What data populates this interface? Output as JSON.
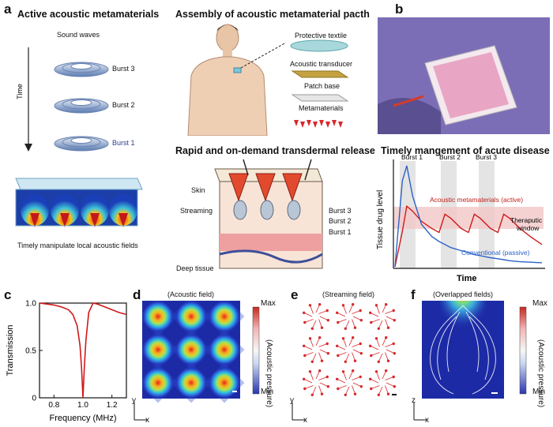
{
  "figure": {
    "panel_letters": {
      "a": "a",
      "b": "b",
      "c": "c",
      "d": "d",
      "e": "e",
      "f": "f"
    },
    "panel_a": {
      "left": {
        "title": "Active acoustic metamaterials",
        "sound_waves": "Sound waves",
        "time_label": "Time",
        "bursts": [
          "Burst 3",
          "Burst 2",
          "Burst 1"
        ],
        "caption": "Timely manipulate local acoustic fields"
      },
      "assembly": {
        "title": "Assembly of acoustic metamaterial pacth",
        "layers": [
          "Protective textile",
          "Acoustic transducer",
          "Patch base",
          "Metamaterials"
        ]
      },
      "transdermal": {
        "title": "Rapid and on-demand transdermal release",
        "left_labels": [
          "Skin",
          "Streaming",
          "Deep tissue"
        ],
        "right_labels": [
          "Burst 3",
          "Burst 2",
          "Burst 1"
        ]
      },
      "management": {
        "title": "Timely mangement of acute disease",
        "burst_labels": [
          "Burst 1",
          "Burst 2",
          "Burst 3"
        ],
        "ylabel": "Tissue drug level",
        "xlabel": "Time",
        "active_label": "Acoustic metamaterials (active)",
        "window_label_1": "Theraputic",
        "window_label_2": "window",
        "passive_label": "Conventional (passive)"
      }
    },
    "panel_c": {
      "ylabel": "Transmission",
      "xlabel": "Frequency (MHz)",
      "xticks": [
        "0.8",
        "1.0",
        "1.2"
      ],
      "yticks": [
        "0",
        "0.5",
        "1.0"
      ]
    },
    "panel_d": {
      "subtitle": "(Acoustic field)",
      "cbar_max": "Max",
      "cbar_min": "Min",
      "cbar_label": "(Acoustic pressure)",
      "axis_y": "y",
      "axis_x": "x"
    },
    "panel_e": {
      "subtitle": "(Streaming field)",
      "axis_y": "y",
      "axis_x": "x"
    },
    "panel_f": {
      "subtitle": "(Overlapped fields)",
      "cbar_max": "Max",
      "cbar_min": "Min",
      "cbar_label": "(Acoustic pressure)",
      "axis_z": "z",
      "axis_x": "x"
    },
    "colors": {
      "red": "#d01a1a",
      "blue": "#2b62c8",
      "jet_low": "#1a24a8",
      "jet_high": "#e8251a"
    }
  },
  "chart_data": [
    {
      "type": "line",
      "xlabel": "Frequency (MHz)",
      "ylabel": "Transmission",
      "xlim": [
        0.7,
        1.3
      ],
      "ylim": [
        0,
        1.0
      ],
      "x": [
        0.7,
        0.75,
        0.8,
        0.85,
        0.9,
        0.93,
        0.96,
        0.98,
        0.99,
        1.0,
        1.01,
        1.02,
        1.04,
        1.07,
        1.1,
        1.15,
        1.2,
        1.25,
        1.3
      ],
      "series": [
        {
          "values": [
            1.0,
            0.99,
            0.98,
            0.96,
            0.93,
            0.88,
            0.76,
            0.55,
            0.32,
            0.0,
            0.33,
            0.6,
            0.9,
            1.0,
            0.99,
            0.96,
            0.93,
            0.9,
            0.88
          ]
        }
      ]
    },
    {
      "type": "line",
      "xlabel": "Time",
      "ylabel": "Tissue drug level",
      "x": [
        0,
        0.05,
        0.08,
        0.12,
        0.18,
        0.25,
        0.3,
        0.34,
        0.38,
        0.45,
        0.5,
        0.54,
        0.58,
        0.65,
        0.7,
        0.74,
        0.78,
        0.85,
        0.92,
        1.0
      ],
      "series": [
        {
          "name": "Acoustic metamaterials (active)",
          "values": [
            0,
            0.35,
            0.6,
            0.55,
            0.45,
            0.38,
            0.34,
            0.52,
            0.48,
            0.38,
            0.34,
            0.52,
            0.48,
            0.38,
            0.34,
            0.52,
            0.48,
            0.38,
            0.3,
            0.22
          ]
        },
        {
          "name": "Conventional (passive)",
          "values": [
            0,
            0.85,
            1.0,
            0.7,
            0.42,
            0.3,
            0.25,
            0.22,
            0.19,
            0.16,
            0.14,
            0.12,
            0.11,
            0.09,
            0.08,
            0.07,
            0.06,
            0.05,
            0.045,
            0.04
          ]
        }
      ]
    }
  ]
}
